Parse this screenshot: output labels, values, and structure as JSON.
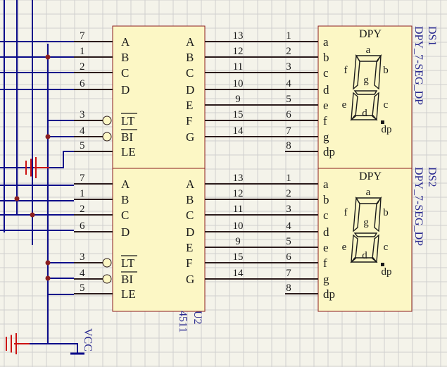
{
  "colors": {
    "background": "#f4f3ea",
    "grid": "#cfcfcf",
    "wire": "#0b0b8a",
    "pin": "#2b1b1b",
    "component_fill": "#fcf7c5",
    "component_border": "#8b1e1e",
    "junction": "#8b1e1e",
    "ground": "#cc1111",
    "text": "#1a1a1a",
    "label": "#2a2a90"
  },
  "decoder_left_pins": [
    {
      "num": "7",
      "name": "A"
    },
    {
      "num": "1",
      "name": "B"
    },
    {
      "num": "2",
      "name": "C"
    },
    {
      "num": "6",
      "name": "D"
    },
    {
      "num": "3",
      "name": "LT"
    },
    {
      "num": "4",
      "name": "BI"
    },
    {
      "num": "5",
      "name": "LE"
    }
  ],
  "decoder_right_pins": [
    {
      "num": "13",
      "name": "A"
    },
    {
      "num": "12",
      "name": "B"
    },
    {
      "num": "11",
      "name": "C"
    },
    {
      "num": "10",
      "name": "D"
    },
    {
      "num": "9",
      "name": "E"
    },
    {
      "num": "15",
      "name": "F"
    },
    {
      "num": "14",
      "name": "G"
    }
  ],
  "display_pins": [
    {
      "num": "1",
      "name": "a"
    },
    {
      "num": "2",
      "name": "b"
    },
    {
      "num": "3",
      "name": "c"
    },
    {
      "num": "4",
      "name": "d"
    },
    {
      "num": "5",
      "name": "e"
    },
    {
      "num": "6",
      "name": "f"
    },
    {
      "num": "7",
      "name": "g"
    },
    {
      "num": "8",
      "name": "dp"
    }
  ],
  "display_title": "DPY",
  "segment_labels": {
    "a": "a",
    "b": "b",
    "c": "c",
    "d": "d",
    "e": "e",
    "f": "f",
    "g": "g",
    "dp": "dp"
  },
  "displays": [
    {
      "designator": "DS1",
      "comment": "DPY_7-SEG_DP"
    },
    {
      "designator": "DS2",
      "comment": "DPY_7-SEG_DP"
    }
  ],
  "decoder_u2": {
    "designator": "U2",
    "comment": "4511"
  },
  "power_label": "VCC"
}
